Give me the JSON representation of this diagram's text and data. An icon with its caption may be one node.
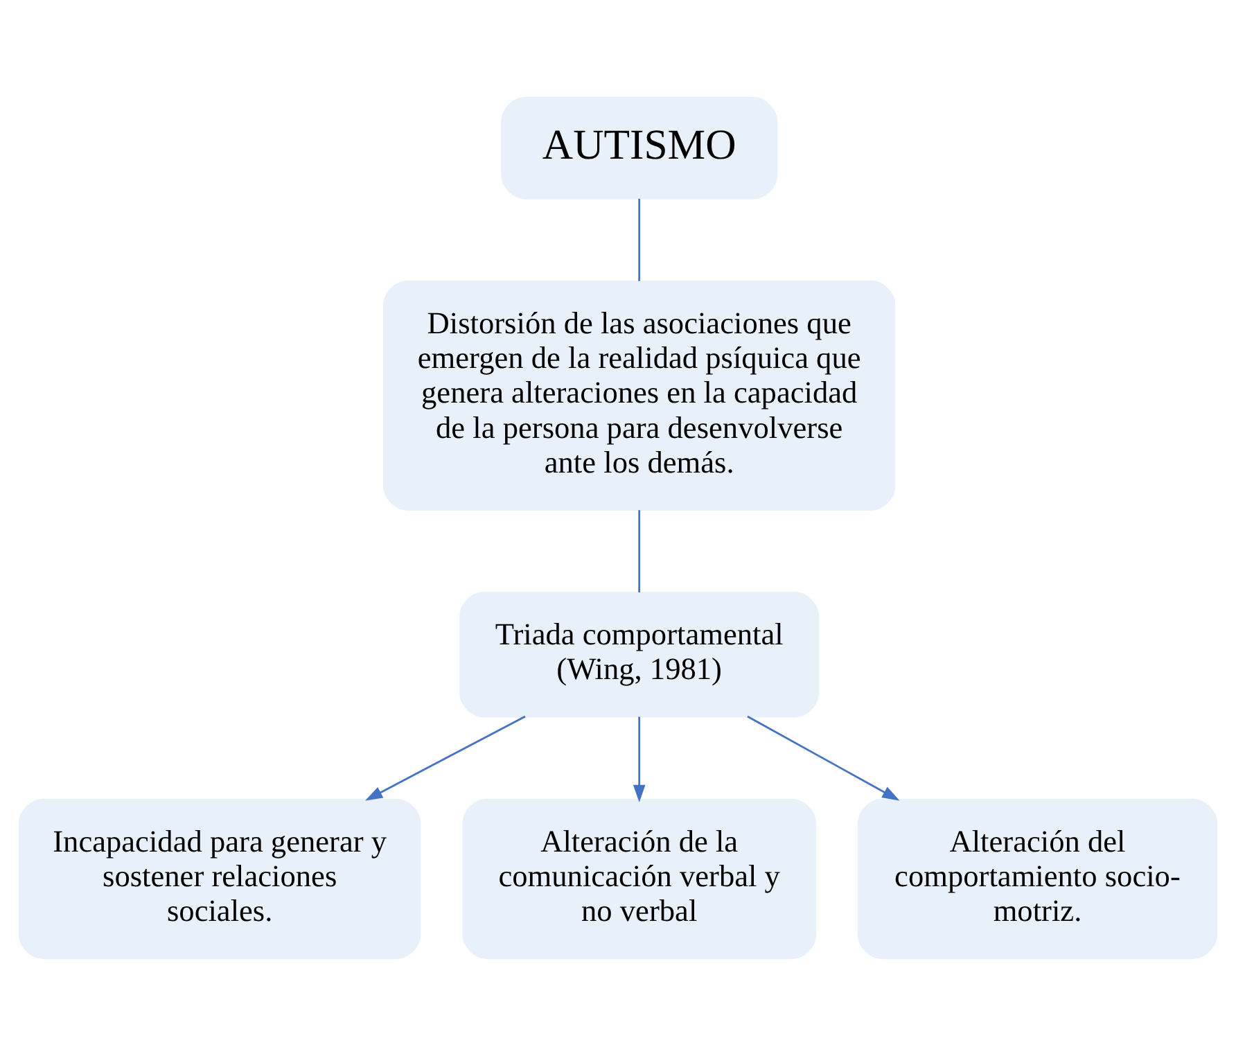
{
  "diagram": {
    "nodes": [
      {
        "text": [
          "AUTISMO"
        ]
      },
      {
        "text": [
          "Distorsión de las asociaciones que emergen de la realidad psíquica que genera alteraciones en la capacidad de la persona para desenvolverse ante los demás."
        ]
      },
      {
        "text": [
          "Triada comportamental (Wing, 1981)"
        ]
      },
      {
        "text": [
          "Incapacidad para generar y sostener relaciones sociales."
        ]
      },
      {
        "text": [
          "Alteración de la comunicación verbal y no verbal"
        ]
      },
      {
        "text": [
          "Alteración del comportamiento socio-motriz."
        ]
      }
    ],
    "edges": [
      {
        "from": 0,
        "to": 1,
        "arrow": "none"
      },
      {
        "from": 1,
        "to": 2,
        "arrow": "none"
      },
      {
        "from": 2,
        "to": 3,
        "arrow": "to"
      },
      {
        "from": 2,
        "to": 4,
        "arrow": "to"
      },
      {
        "from": 2,
        "to": 5,
        "arrow": "to"
      }
    ]
  }
}
